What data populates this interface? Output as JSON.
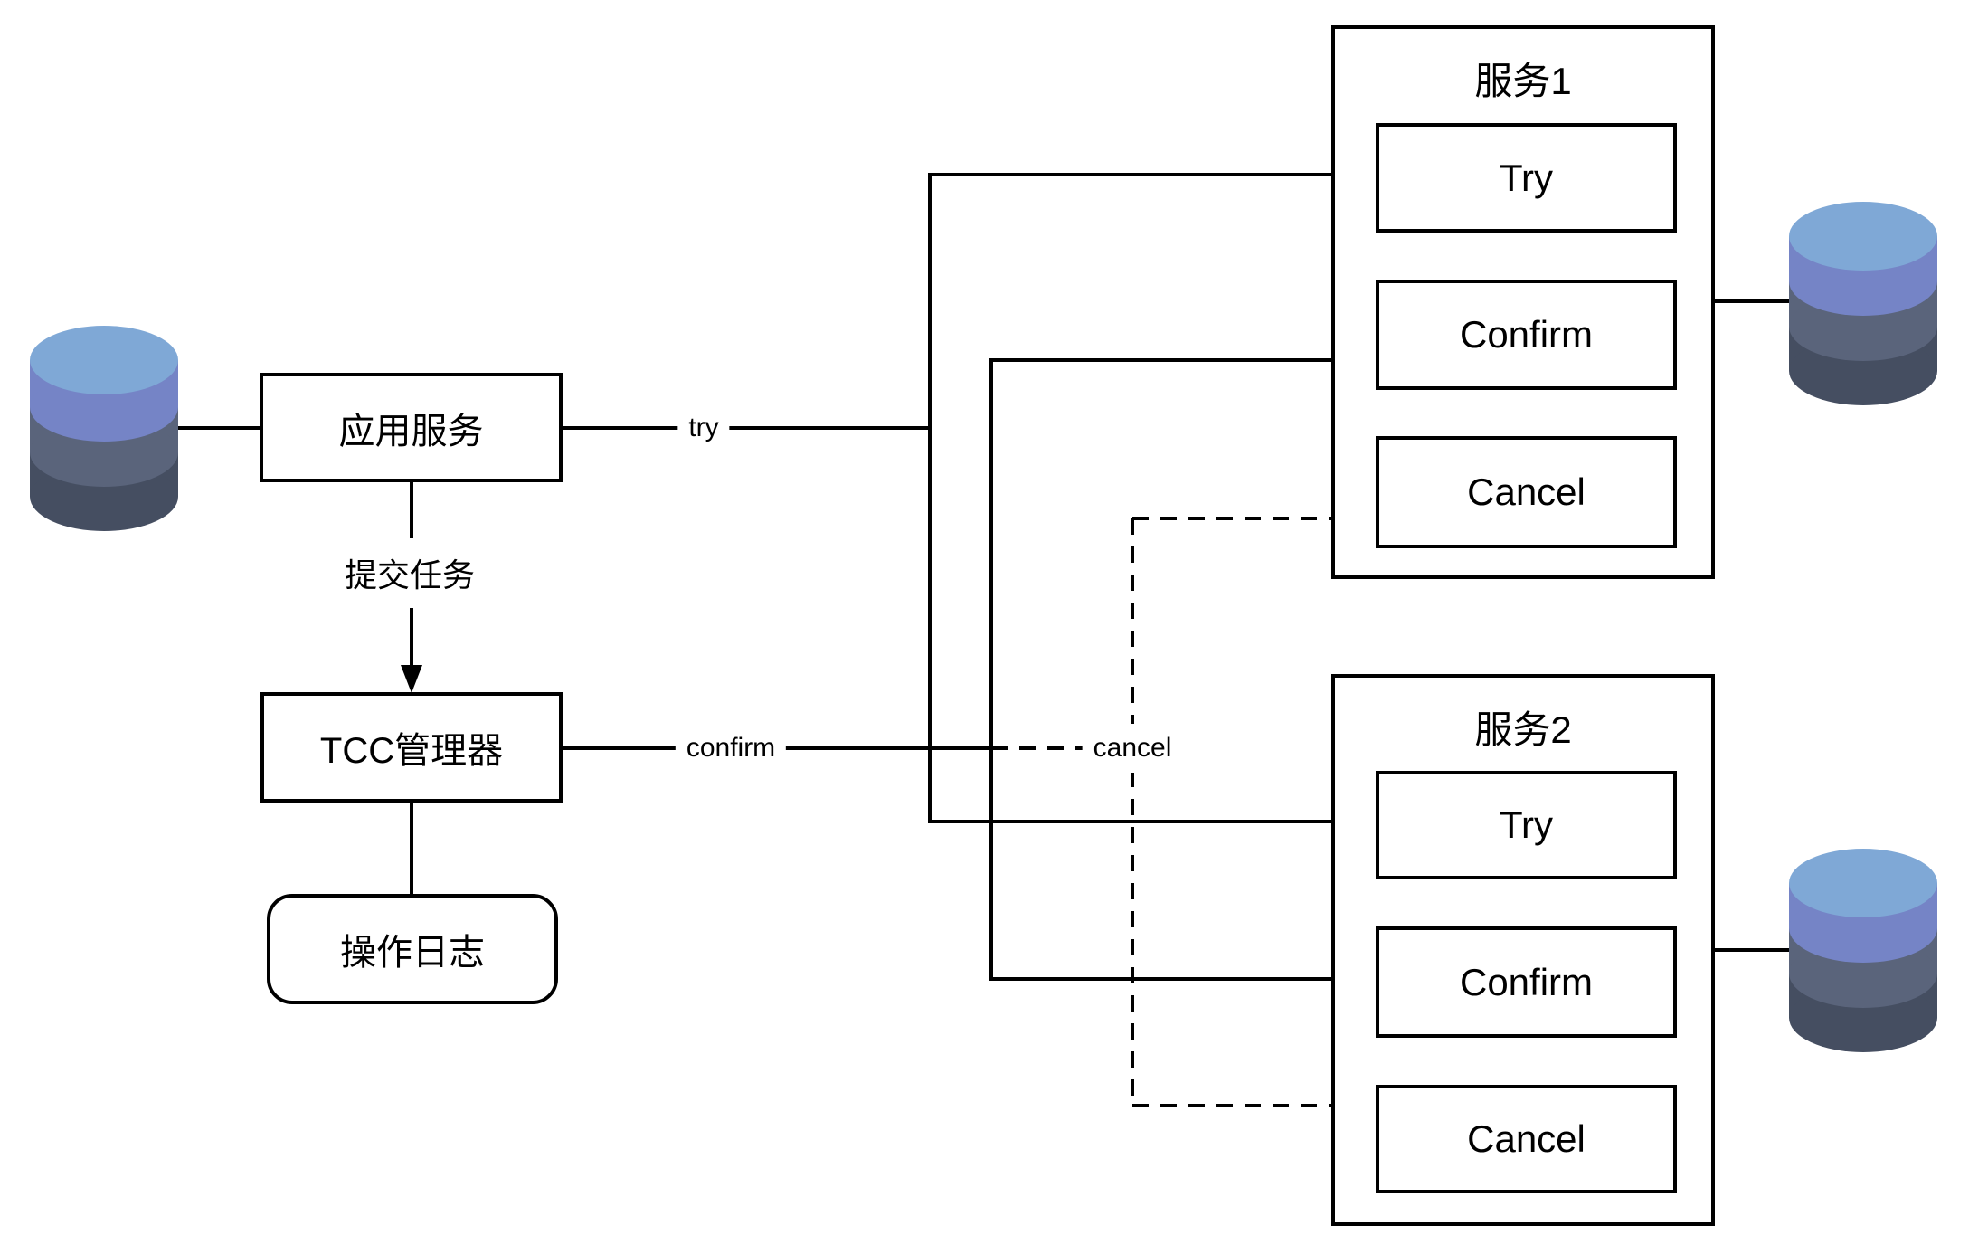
{
  "diagram": {
    "nodes": {
      "app_service": "应用服务",
      "tcc_manager": "TCC管理器",
      "operation_log": "操作日志",
      "service1": {
        "title": "服务1",
        "operations": [
          "Try",
          "Confirm",
          "Cancel"
        ]
      },
      "service2": {
        "title": "服务2",
        "operations": [
          "Try",
          "Confirm",
          "Cancel"
        ]
      }
    },
    "edge_labels": {
      "submit_task": "提交任务",
      "try": "try",
      "confirm": "confirm",
      "cancel": "cancel"
    },
    "colors": {
      "line": "#000000",
      "db_top": "#7FA8D6",
      "db_band2": "#7584C6",
      "db_band3": "#5A647B",
      "db_band4": "#454E61"
    }
  }
}
